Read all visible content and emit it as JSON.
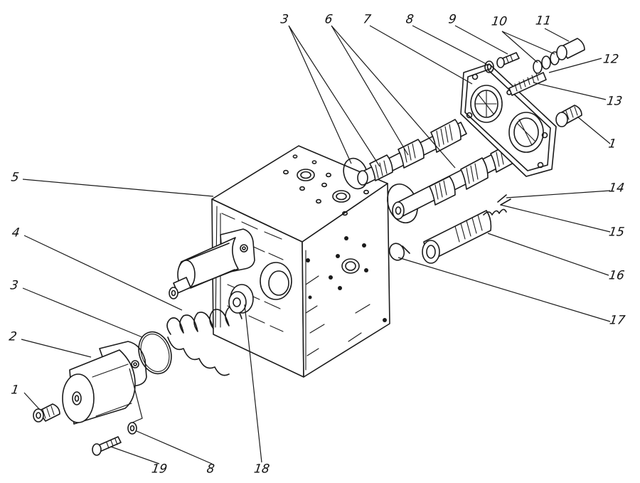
{
  "labels": [
    {
      "id": "1a",
      "text": "1"
    },
    {
      "id": "2",
      "text": "2"
    },
    {
      "id": "3a",
      "text": "3"
    },
    {
      "id": "4",
      "text": "4"
    },
    {
      "id": "5",
      "text": "5"
    },
    {
      "id": "3b",
      "text": "3"
    },
    {
      "id": "6",
      "text": "6"
    },
    {
      "id": "7",
      "text": "7"
    },
    {
      "id": "8a",
      "text": "8"
    },
    {
      "id": "9",
      "text": "9"
    },
    {
      "id": "10",
      "text": "10"
    },
    {
      "id": "11",
      "text": "11"
    },
    {
      "id": "12",
      "text": "12"
    },
    {
      "id": "13",
      "text": "13"
    },
    {
      "id": "1b",
      "text": "1"
    },
    {
      "id": "14",
      "text": "14"
    },
    {
      "id": "15",
      "text": "15"
    },
    {
      "id": "16",
      "text": "16"
    },
    {
      "id": "17",
      "text": "17"
    },
    {
      "id": "19",
      "text": "19"
    },
    {
      "id": "8b",
      "text": "8"
    },
    {
      "id": "18",
      "text": "18"
    }
  ]
}
